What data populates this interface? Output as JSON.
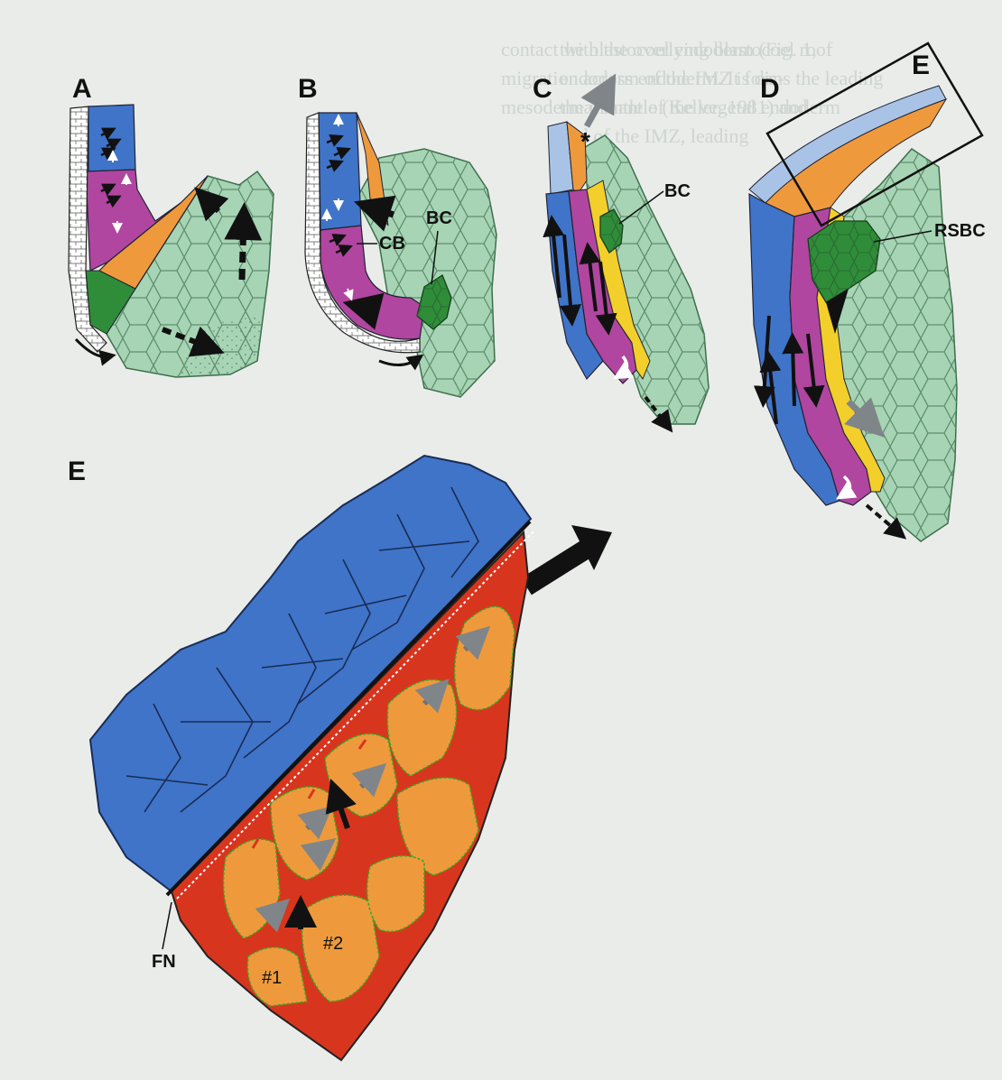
{
  "panels": {
    "a": {
      "label": "A"
    },
    "b": {
      "label": "B",
      "cb": "CB",
      "bc": "BC"
    },
    "c": {
      "label": "C",
      "bc": "BC",
      "star": "*"
    },
    "d": {
      "label": "D",
      "e": "E",
      "rsbc": "RSBC"
    },
    "e": {
      "label": "E",
      "fn": "FN",
      "cell1": "#1",
      "cell2": "#2"
    }
  },
  "background_text": {
    "left_column": [
      "contact with the overlying blastocoel roof",
      "migration across endoderm. It forms the leading",
      "mesodermal mantle (Keller, 1981) and",
      "",
      "",
      "",
      "",
      "",
      "",
      "",
      "",
      "",
      "",
      "",
      "",
      "",
      "",
      "",
      ""
    ],
    "right_column": [
      "the blastocoel endoderm (Fig. 1,",
      "endoderm of the IMZ is dis-",
      "the mantle of the vegetal endoderm",
      "and of the IMZ, leading",
      "",
      "",
      "",
      "",
      "",
      "",
      "",
      "",
      "",
      "",
      "",
      "",
      "",
      "",
      ""
    ]
  },
  "colors": {
    "blue": "#3f74c8",
    "light_blue": "#a8c3e6",
    "magenta": "#b0469f",
    "orange": "#ee9a3c",
    "green": "#a7d4b5",
    "dark_green": "#2f8d3a",
    "red": "#d8351e",
    "yellow": "#f2cf2a",
    "background": "#e9ece9"
  }
}
